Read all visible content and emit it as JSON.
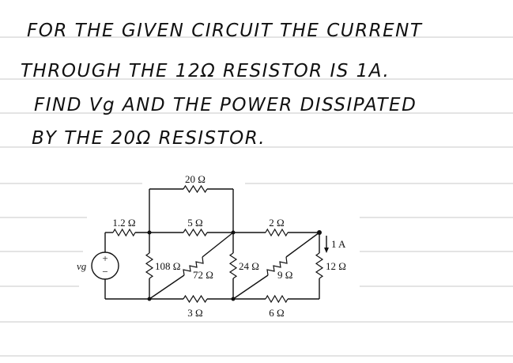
{
  "problem": {
    "line1": "FOR THE GIVEN CIRCUIT THE CURRENT",
    "line2": "THROUGH THE 12Ω RESISTOR IS 1A.",
    "line3": "FIND Vg AND THE POWER DISSIPATED",
    "line4": "BY THE 20Ω RESISTOR."
  },
  "circuit": {
    "source_label": "vg",
    "source_plus": "+",
    "source_minus": "−",
    "r_1_2": "1.2 Ω",
    "r_20": "20 Ω",
    "r_5": "5 Ω",
    "r_2": "2 Ω",
    "r_108": "108 Ω",
    "r_72": "72 Ω",
    "r_24": "24 Ω",
    "r_9": "9 Ω",
    "r_12": "12 Ω",
    "r_3": "3 Ω",
    "r_6": "6 Ω",
    "current_label": "1 A"
  },
  "colors": {
    "ink": "#111111",
    "rule": "#c9c9c9",
    "paper": "#ffffff"
  }
}
